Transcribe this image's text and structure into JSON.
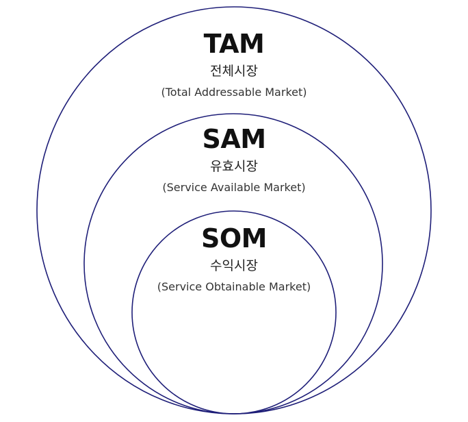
{
  "colors": {
    "ring": "#1e1e78",
    "text": "#111111"
  },
  "markets": [
    {
      "acronym": "TAM",
      "korean": "전체시장",
      "english": "(Total Addressable Market)"
    },
    {
      "acronym": "SAM",
      "korean": "유효시장",
      "english": "(Service Available Market)"
    },
    {
      "acronym": "SOM",
      "korean": "수익시장",
      "english": "(Service Obtainable Market)"
    }
  ]
}
